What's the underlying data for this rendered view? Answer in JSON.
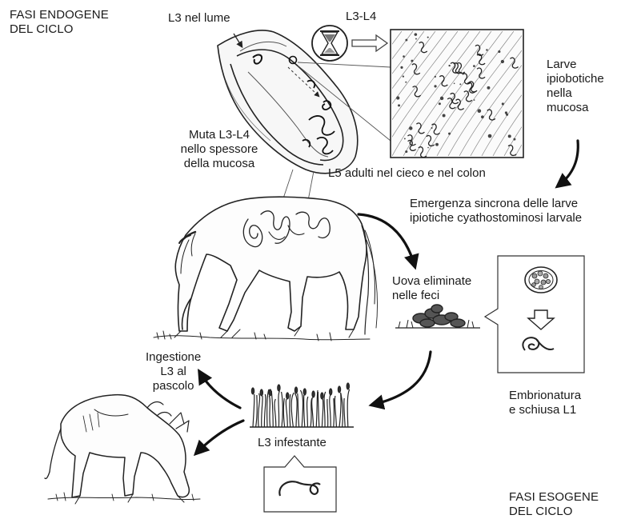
{
  "corner_top_left": "FASI ENDOGENE\nDEL CICLO",
  "corner_bottom_right": "FASI ESOGENE\nDEL CICLO",
  "labels": {
    "l3_lumen": "L3 nel lume",
    "l3_l4": "L3-L4",
    "hypobiotic": "Larve\nipiobotiche\nnella\nmucosa",
    "moult": "Muta L3-L4\nnello spessore\ndella mucosa",
    "l5_adults": "L5 adulti nel cieco e nel colon",
    "emergence": "Emergenza sincrona delle larve\nipiotiche cyathostominosi larvale",
    "eggs": "Uova eliminate\nnelle feci",
    "embryonation": "Embrionatura\ne schiusa L1",
    "ingestion": "Ingestione\nL3 al\npascolo",
    "infective": "L3 infestante"
  }
}
